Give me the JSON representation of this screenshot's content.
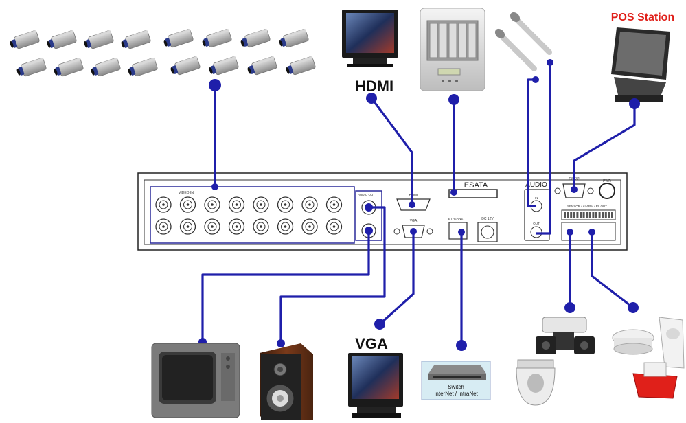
{
  "labels": {
    "hdmi_title": "HDMI",
    "vga_title": "VGA",
    "pos_station": "POS Station",
    "switch_line1": "Switch",
    "switch_line2": "InterNet / IntraNet"
  },
  "panel": {
    "bnc_header": "VIDEO IN",
    "audio_out": "AUDIO OUT",
    "hdmi_port": "HDMI",
    "vga_port": "VGA",
    "esata": "ESATA",
    "ethernet": "ETHERNET",
    "dc": "DC 12V",
    "audio": "AUDIO",
    "rs232": "RS232",
    "pwr": "PWR",
    "alarm_header": "SENSOR / ALARM / RL OUT",
    "audio_in_label": "IN",
    "audio_out_label": "OUT"
  },
  "colors": {
    "cable": "#1f1faa",
    "pos_red": "#e0201a",
    "panel_border": "#333333"
  }
}
